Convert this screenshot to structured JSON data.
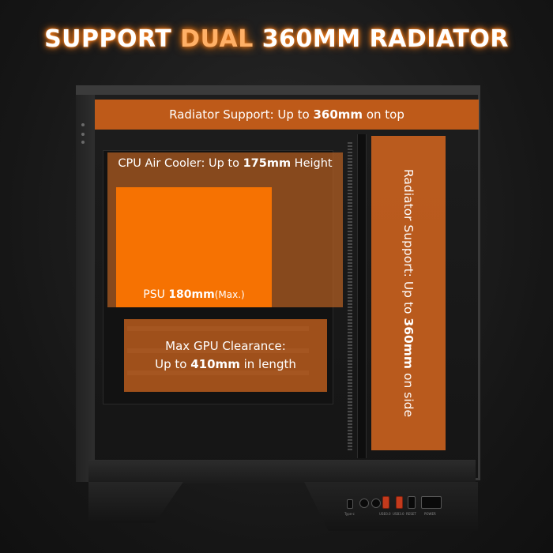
{
  "headline": {
    "part1": "SUPPORT ",
    "accent": "DUAL",
    "part2": " 360MM RADIATOR"
  },
  "zones": {
    "top": {
      "prefix": "Radiator Support: Up to ",
      "value": "360mm",
      "suffix": " on top"
    },
    "cpu": {
      "prefix": "CPU Air Cooler: Up to ",
      "value": "175mm",
      "suffix": " Height"
    },
    "psu": {
      "prefix": "PSU ",
      "value": "180mm",
      "suffix": "(Max.)"
    },
    "gpu": {
      "line1": "Max GPU Clearance:",
      "prefix": "Up to ",
      "value": "410mm",
      "suffix": " in length"
    },
    "side": {
      "prefix": "Radiator Support: Up to ",
      "value": "360mm",
      "suffix": " on side"
    }
  },
  "io_panel": {
    "labels": [
      "Type-c",
      "USB3.0",
      "USB3.0",
      "RESET",
      "POWER"
    ]
  },
  "colors": {
    "accent_orange": "#e8701e",
    "psu_orange": "#ff7600",
    "background": "#161616"
  }
}
